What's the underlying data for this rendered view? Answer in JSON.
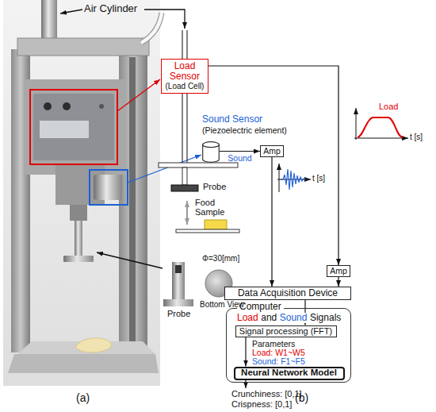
{
  "diagram": {
    "nodes": [
      {
        "text": [
          "Load Sensor",
          "(Load Cell)"
        ]
      },
      {
        "text": [
          "Sound Sensor",
          "(Piezoelectric element)"
        ]
      },
      {
        "text": [
          "Amp"
        ]
      },
      {
        "text": [
          "Amp"
        ]
      },
      {
        "text": [
          "Data Acquisition Device"
        ]
      },
      {
        "text": [
          "Computer"
        ]
      },
      {
        "text": [
          "Signal processing (FFT)"
        ],
        "in": 5
      },
      {
        "text": [
          "Neural Network Model"
        ],
        "in": 5
      }
    ],
    "edges": [
      {
        "from": 1,
        "to": 2,
        "label": "Sound",
        "arrow": "to"
      },
      {
        "from": 0,
        "to": 3,
        "arrow": "to"
      },
      {
        "from": 2,
        "to": 4,
        "arrow": "to"
      },
      {
        "from": 3,
        "to": 4,
        "arrow": "to"
      },
      {
        "from": 4,
        "to": 6,
        "arrow": "to"
      },
      {
        "from": 6,
        "to": 7,
        "arrow": "to"
      }
    ],
    "labels": [
      "Air Cylinder",
      "Probe",
      "Food Sample",
      "t [s]",
      "Load",
      "t [s]",
      "Load",
      "and",
      "Sound",
      "Signals",
      "Parameters",
      "Load: W1~W5",
      "Sound: F1~F5",
      "Crunchiness: [0,1]",
      "Crispness: [0,1]",
      "Probe",
      "Φ=30[mm]",
      "Bottom View",
      "(a)",
      "(b)"
    ]
  }
}
